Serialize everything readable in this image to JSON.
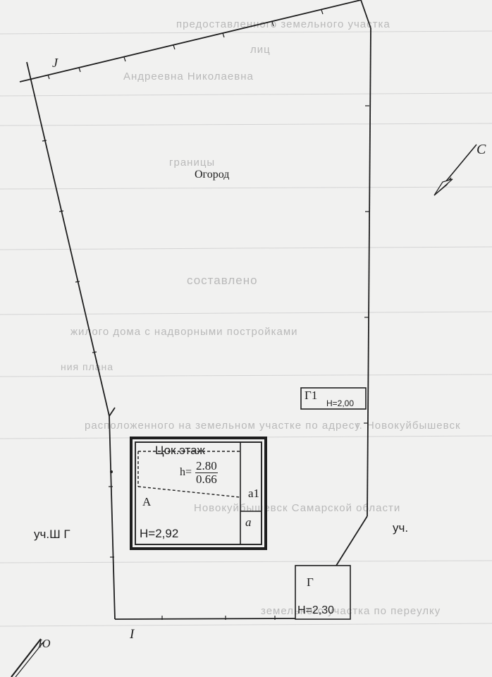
{
  "ghost_text": [
    "предоставленного земельного участка",
    "лиц",
    "Андреевна Николаевна",
    "границы",
    "составлено",
    "жилого дома с надворными постройками",
    "ния плана",
    "расположенного на земельном участке по адресу",
    "г. Новокуйбышевск",
    "Новокуйбышевск Самарской области",
    "земельного участка по переулку"
  ],
  "labels": {
    "garden": "Огород",
    "boundary_top": "J",
    "boundary_bottom": "I",
    "north_top": "С",
    "north_bottom": "Ю",
    "neighbor_left": "уч.Ш Г",
    "neighbor_right": "уч.",
    "house_floor": "Цок.этаж",
    "house_letter": "А",
    "house_height": "H=2,92",
    "h_prefix": "h=",
    "h_num": "2.80",
    "h_den": "0.66",
    "annex_a1": "a1",
    "annex_a": "a",
    "g1_letter": "Г1",
    "g1_height": "H=2,00",
    "g_letter": "Г",
    "g_height": "H=2,30"
  }
}
